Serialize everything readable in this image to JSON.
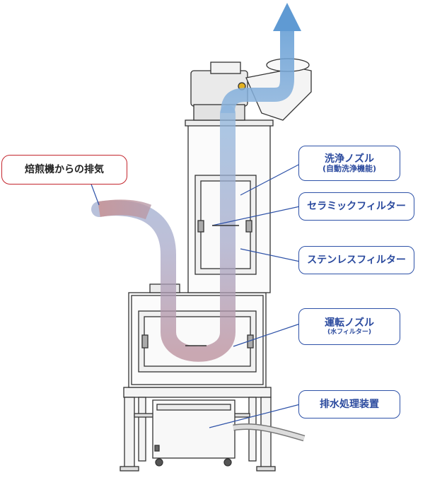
{
  "labels": {
    "exhaust_in": "焙煎機からの排気",
    "wash_nozzle": {
      "main": "洗浄ノズル",
      "sub": "(自動洗浄機能)"
    },
    "ceramic_filter": "セラミックフィルター",
    "stainless_filter": "ステンレスフィルター",
    "operating_nozzle": {
      "main": "運転ノズル",
      "sub": "(水フィルター)"
    },
    "drain_unit": "排水処理装置"
  },
  "colors": {
    "label_text": "#2b4a9e",
    "label_border": "#2e52a8",
    "exhaust_border": "#c4262e",
    "flow_warm": "#c98f8f",
    "flow_cool": "#8fb6de",
    "arrow": "#6aa2d6",
    "leader_line": "#2e52a8"
  }
}
